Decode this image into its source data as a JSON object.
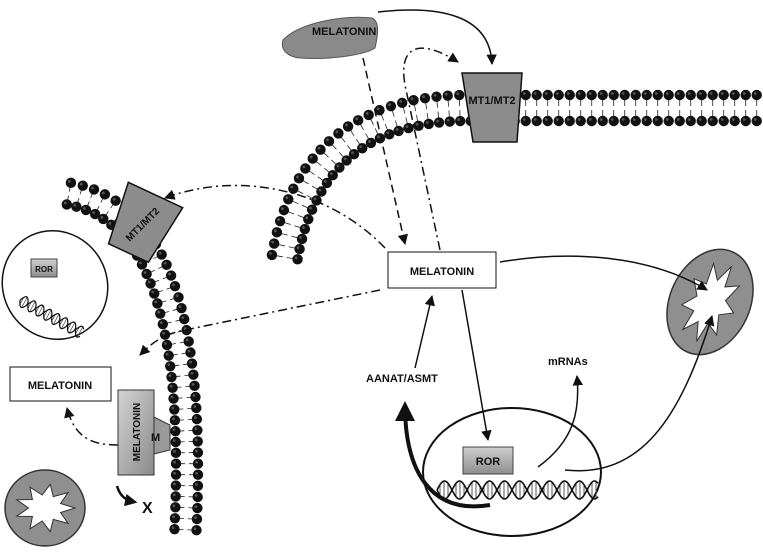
{
  "labels": {
    "melatonin_top": "MELATONIN",
    "receptor_top": "MT1/MT2",
    "receptor_left": "MT1/MT2",
    "melatonin_center": "MELATONIN",
    "melatonin_left": "MELATONIN",
    "melatonin_vertical": "MELATONIN",
    "m_box": "M",
    "ror_small": "ROR",
    "ror_nucleus": "ROR",
    "mrnas": "mRNAs",
    "aanat": "AANAT/ASMT",
    "x_mark": "X"
  }
}
